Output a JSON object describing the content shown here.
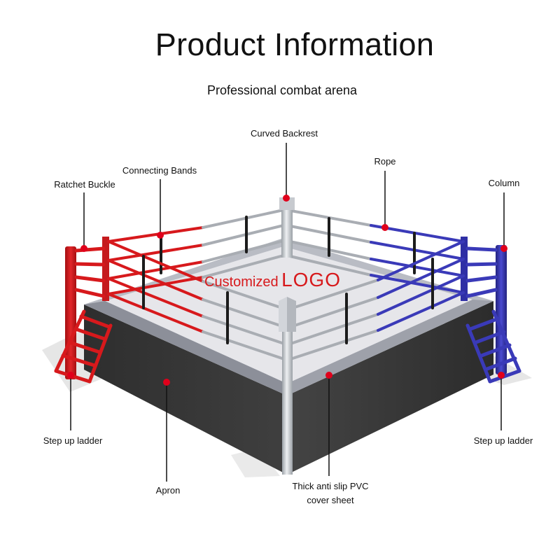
{
  "title": "Product Information",
  "subtitle": "Professional combat arena",
  "logo": {
    "text_a": "Customized",
    "text_b": "LOGO"
  },
  "labels": {
    "curved_backrest": "Curved Backrest",
    "connecting_bands": "Connecting Bands",
    "ratchet_buckle": "Ratchet Buckle",
    "rope": "Rope",
    "column": "Column",
    "step_up_ladder_left": "Step up ladder",
    "step_up_ladder_right": "Step up ladder",
    "apron": "Apron",
    "pvc_line1": "Thick anti slip PVC",
    "pvc_line2": "cover sheet"
  },
  "colors": {
    "red": "#d7191c",
    "blue": "#3a3ab8",
    "apron": "#3b3b3b",
    "floor": "#e4e4e8",
    "marker": "#e0001b"
  }
}
